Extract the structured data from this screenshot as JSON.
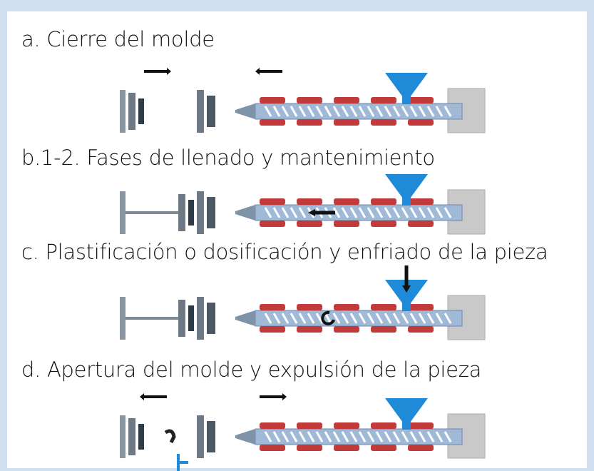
{
  "steps": [
    {
      "label": "a. Cierre del molde",
      "mold": "open-closing",
      "arrows": [
        "mold-right",
        "screw-left"
      ],
      "hopper_arrow": false,
      "screw_arrow": ""
    },
    {
      "label": "b.1-2. Fases de llenado y mantenimiento",
      "mold": "closed",
      "arrows": [],
      "hopper_arrow": false,
      "screw_arrow": "inject-left"
    },
    {
      "label": "c. Plastificación o dosificación y enfriado de la pieza",
      "mold": "closed",
      "arrows": [],
      "hopper_arrow": true,
      "screw_arrow": "rotate"
    },
    {
      "label": "d. Apertura del molde y expulsión de la pieza",
      "mold": "open-ejecting",
      "arrows": [
        "mold-left",
        "screw-right"
      ],
      "hopper_arrow": false,
      "screw_arrow": ""
    }
  ],
  "colors": {
    "background": "#cfdff0",
    "panel": "#ffffff",
    "hopper": "#1f8ad8",
    "heater_band": "#c23a3a",
    "barrel": "#9fb9d6",
    "motor": "#c9c9c9",
    "mold": "#6d7a86",
    "ejected_part": "#1f8ad8"
  }
}
